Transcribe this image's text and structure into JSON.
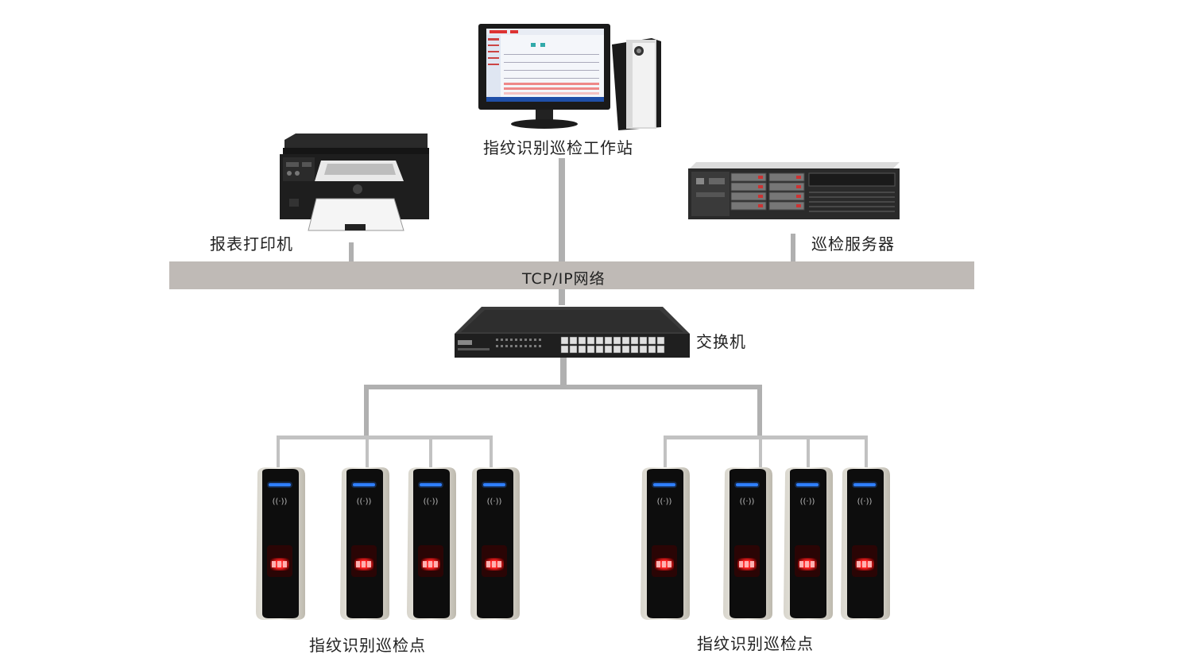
{
  "workstation": {
    "label": "指纹识别巡检工作站"
  },
  "printer": {
    "label": "报表打印机"
  },
  "server": {
    "label": "巡检服务器"
  },
  "network": {
    "label": "TCP/IP网络"
  },
  "switch": {
    "label": "交换机"
  },
  "terminal_groups": [
    {
      "label": "指纹识别巡检点",
      "count": 4
    },
    {
      "label": "指纹识别巡检点",
      "count": 4
    }
  ],
  "colors": {
    "bus": "#bfbab6",
    "connector": "#b0b0b0",
    "terminal_led": "#2f7fff",
    "fingerprint_glow": "#ff2020"
  }
}
